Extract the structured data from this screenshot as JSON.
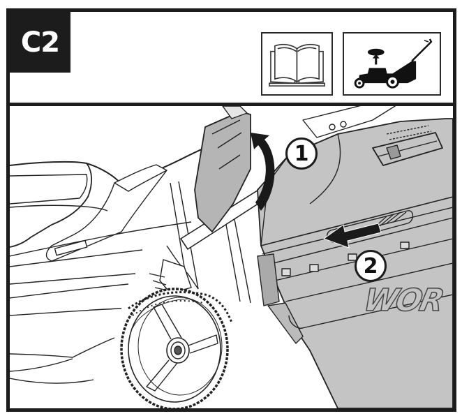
{
  "step": {
    "label": "C2"
  },
  "header_icons": [
    {
      "name": "read-manual-icon",
      "meaning": "Read the instruction manual"
    },
    {
      "name": "mower-grass-bag-icon",
      "meaning": "Attach grass collection bag to mower"
    }
  ],
  "illustration": {
    "description": "Rear of lawn mower with rear flap lifted and grass collection bag being hooked on",
    "callouts": [
      {
        "number": "1",
        "action": "Lift the rear discharge flap (curved arrow up)"
      },
      {
        "number": "2",
        "action": "Slide/hook the grass bag onto the mower (straight arrow left)"
      }
    ],
    "brand_text": "WOR"
  },
  "colors": {
    "frame": "#1c1c1c",
    "bag_fill": "#c4c4c4",
    "flap_fill": "#b5b5b5",
    "line": "#222222",
    "background": "#ffffff"
  }
}
